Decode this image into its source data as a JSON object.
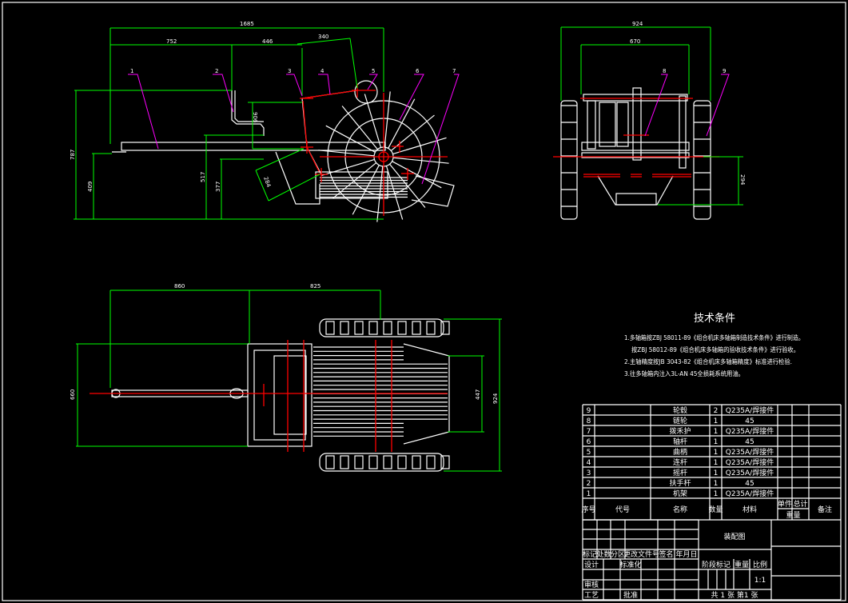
{
  "colors": {
    "background": "#000000",
    "outline": "#ffffff",
    "dimension": "#00ff00",
    "centerline": "#ff0000",
    "leader": "#ff00ff"
  },
  "side_view": {
    "dims": {
      "overall": "1685",
      "d752": "752",
      "d446": "446",
      "d340": "340",
      "d906": "906",
      "d787": "787",
      "d409": "409",
      "d517": "517",
      "d377": "377",
      "d284": "284"
    },
    "balloons": [
      "1",
      "2",
      "3",
      "4",
      "5",
      "6",
      "7"
    ]
  },
  "front_view": {
    "dims": {
      "d924": "924",
      "d670": "670",
      "d294": "294"
    },
    "balloons": [
      "8",
      "9"
    ]
  },
  "plan_view": {
    "dims": {
      "d860": "860",
      "d825": "825",
      "d660": "660",
      "d447": "447",
      "d924": "924"
    }
  },
  "tech_requirements": {
    "title": "技术条件",
    "lines": [
      "1.多轴箱按ZBJ 58011-89《组合机床多轴箱制造技术条件》进行制造。",
      "按ZBJ 58012-89《组合机床多轴箱的验收技术条件》进行验收。",
      "2.主轴精度按JB 3043-82《组合机床多轴箱精度》标准进行检验.",
      "3.往多轴箱内注入3L-AN 45全损耗系统用油。"
    ]
  },
  "bom": {
    "headers": {
      "no": "序号",
      "code": "代号",
      "name": "名称",
      "qty": "数量",
      "material": "材料",
      "unit": "单件",
      "total": "总计",
      "weight": "重量",
      "remark": "备注"
    },
    "rows": [
      {
        "no": "9",
        "name": "轮毂",
        "qty": "2",
        "material": "Q235A/焊接件"
      },
      {
        "no": "8",
        "name": "链轮",
        "qty": "1",
        "material": "45"
      },
      {
        "no": "7",
        "name": "拨禾护",
        "qty": "1",
        "material": "Q235A/焊接件"
      },
      {
        "no": "6",
        "name": "轴杆",
        "qty": "1",
        "material": "45"
      },
      {
        "no": "5",
        "name": "曲柄",
        "qty": "1",
        "material": "Q235A/焊接件"
      },
      {
        "no": "4",
        "name": "连杆",
        "qty": "1",
        "material": "Q235A/焊接件"
      },
      {
        "no": "3",
        "name": "摇杆",
        "qty": "1",
        "material": "Q235A/焊接件"
      },
      {
        "no": "2",
        "name": "扶手杆",
        "qty": "1",
        "material": "45"
      },
      {
        "no": "1",
        "name": "机架",
        "qty": "1",
        "material": "Q235A/焊接件"
      }
    ]
  },
  "title_block": {
    "drawing_name": "装配图",
    "rev_headers": [
      "标记",
      "处数",
      "分区",
      "更改文件号",
      "签名",
      "年月日"
    ],
    "design": "设计",
    "standardize": "标准化",
    "review": "审核",
    "process": "工艺",
    "approve": "批准",
    "stage_mark": "阶段标记",
    "weight": "重量",
    "scale": "比例",
    "scale_value": "1:1",
    "sheets": "共 1 张 第1 张"
  }
}
